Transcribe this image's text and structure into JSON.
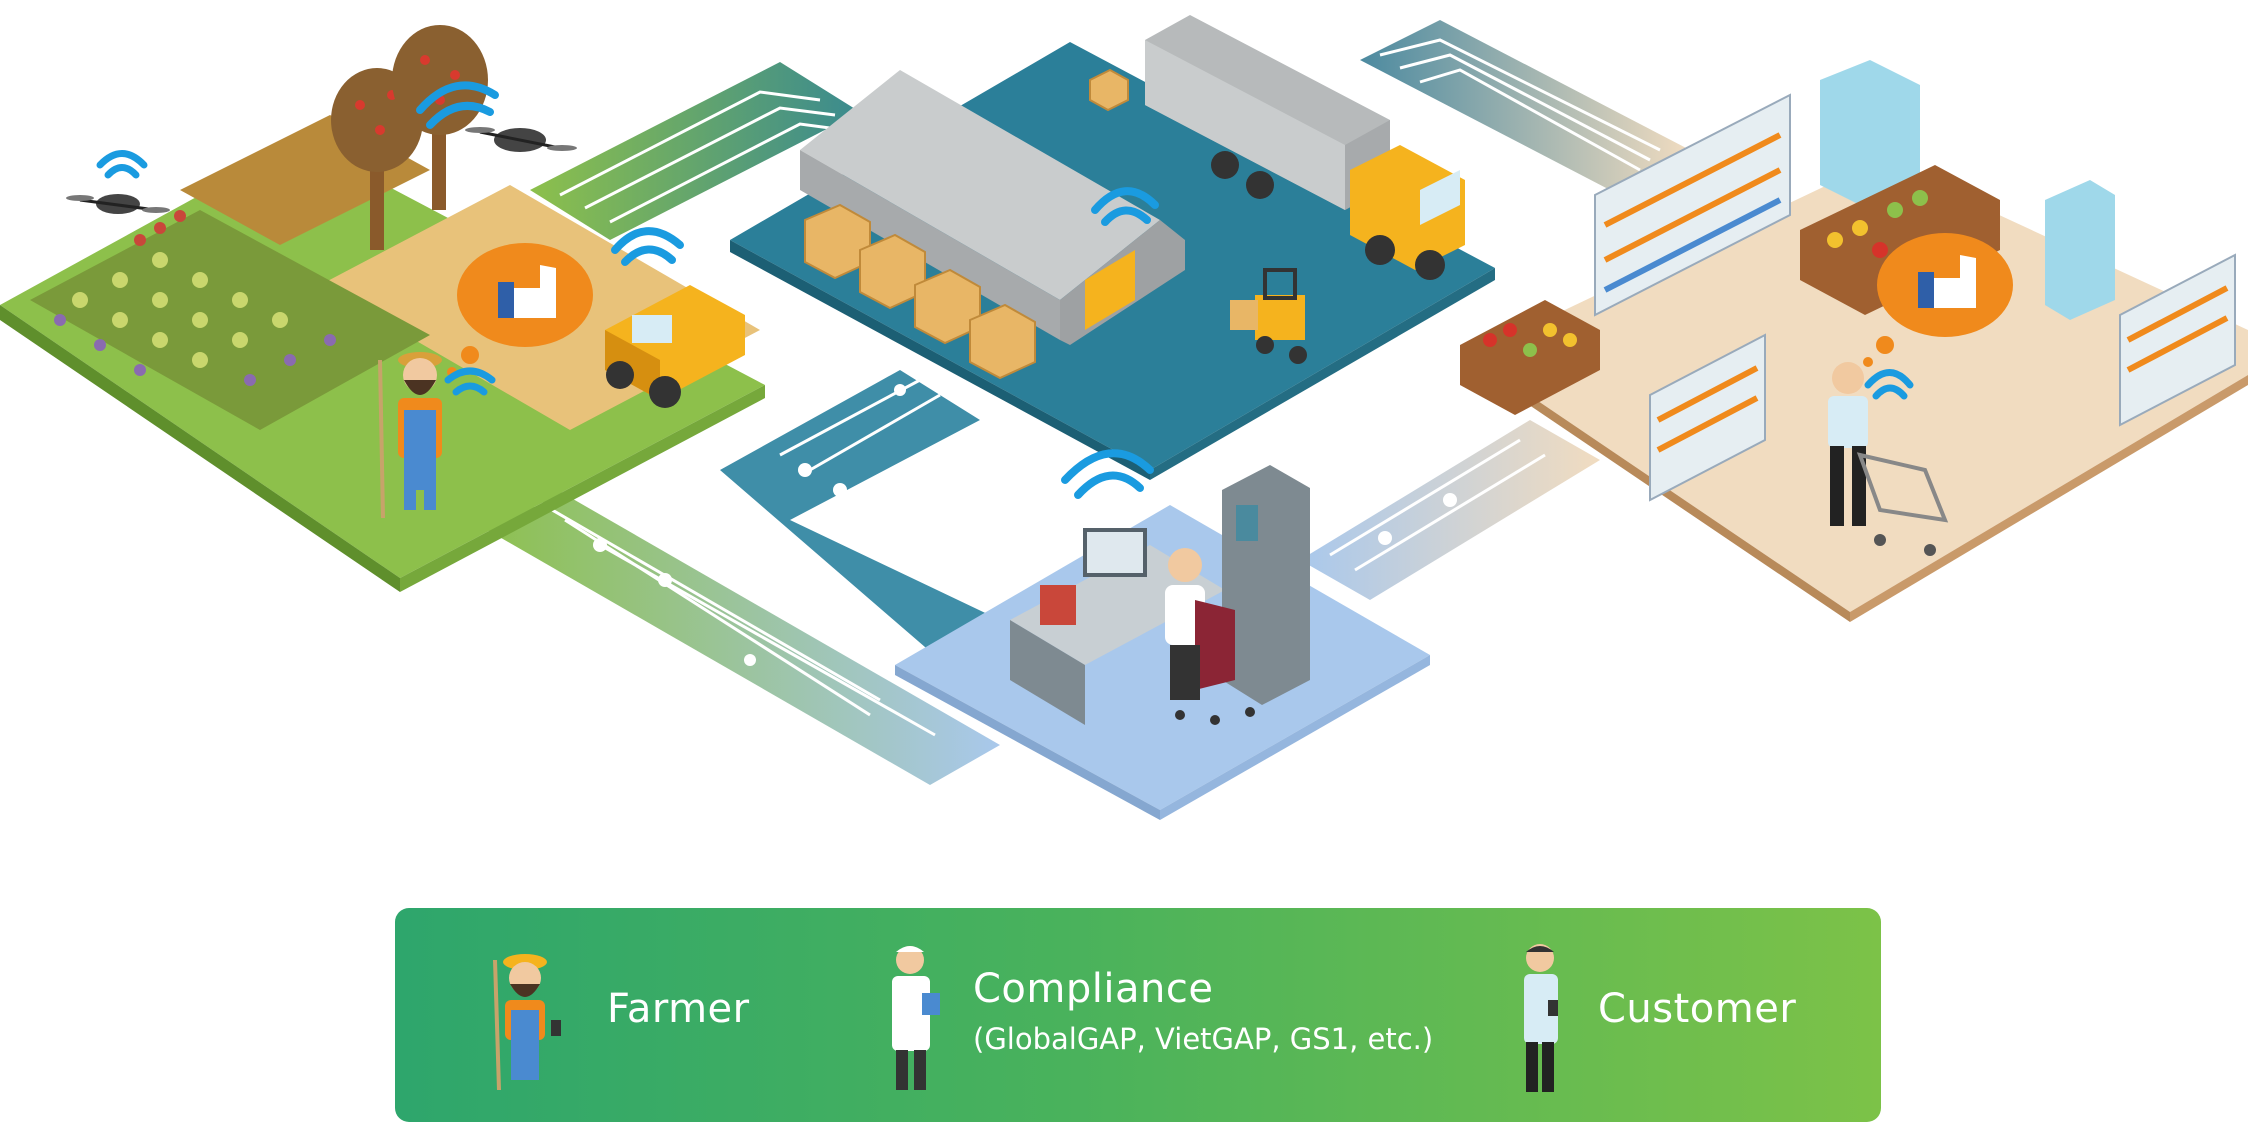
{
  "legend": {
    "items": [
      {
        "label": "Farmer",
        "sublabel": "",
        "icon": "farmer-icon"
      },
      {
        "label": "Compliance",
        "sublabel": "(GlobalGAP, VietGAP, GS1, etc.)",
        "icon": "inspector-icon"
      },
      {
        "label": "Customer",
        "sublabel": "",
        "icon": "customer-icon"
      }
    ]
  },
  "colors": {
    "farm_green": "#8dc04b",
    "warehouse_teal": "#2b7f99",
    "office_blue": "#a9c8ec",
    "store_beige": "#f1dcc0",
    "wifi_blue": "#1a9be0",
    "thumb_orange": "#f08a1c",
    "truck_yellow": "#f5b31e",
    "legend_start": "#2ea66c",
    "legend_end": "#7cc248"
  },
  "scene": {
    "nodes": [
      "farm",
      "warehouse",
      "compliance-office",
      "store"
    ],
    "icons": [
      "wifi-icon",
      "drone-icon",
      "thumbs-up-icon",
      "truck-icon",
      "forklift-icon",
      "shopping-cart-icon"
    ]
  }
}
